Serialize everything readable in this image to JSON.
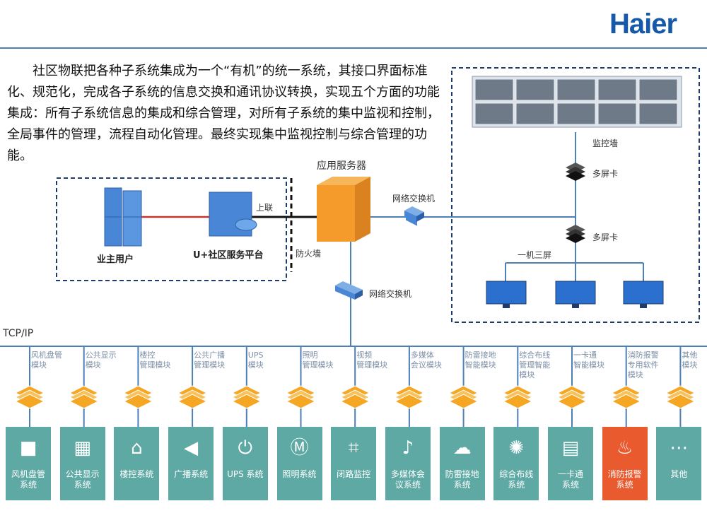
{
  "logo": "Haier",
  "intro": "社区物联把各种子系统集成为一个“有机”的统一系统，其接口界面标准化、规范化，完成各子系统的信息交换和通讯协议转换，实现五个方面的功能集成：所有子系统信息的集成和综合管理，对所有子系统的集中监视和控制，全局事件的管理，流程自动化管理。最终实现集中监视控制与综合管理的功能。",
  "labels": {
    "owner": "业主用户",
    "platform": "U+社区服务平台",
    "uplink": "上联",
    "firewall": "防火墙",
    "app_server": "应用服务器",
    "switch_top": "网络交换机",
    "switch_mid": "网络交换机",
    "monitor_wall": "监控墙",
    "multi_screen_1": "多屏卡",
    "multi_screen_2": "多屏卡",
    "one_three": "一机三屏",
    "tcpip": "TCP/IP"
  },
  "modules": [
    {
      "top": "风机盘管\n模块",
      "bottom": "风机盘管\n系统",
      "icon": "cube-icon"
    },
    {
      "top": "公共显示\n模块",
      "bottom": "公共显示\n系统",
      "icon": "display-icon"
    },
    {
      "top": "楼控\n管理模块",
      "bottom": "楼控系统",
      "icon": "building-icon"
    },
    {
      "top": "公共广播\n管理模块",
      "bottom": "广播系统",
      "icon": "megaphone-icon"
    },
    {
      "top": "UPS\n模块",
      "bottom": "UPS 系统",
      "icon": "power-icon"
    },
    {
      "top": "照明\n管理模块",
      "bottom": "照明系统",
      "icon": "lightbulb-icon"
    },
    {
      "top": "视频\n管理模块",
      "bottom": "闭路监控",
      "icon": "camera-icon"
    },
    {
      "top": "多媒体\n会议模块",
      "bottom": "多媒体会\n议系统",
      "icon": "microphone-icon"
    },
    {
      "top": "防雷接地\n智能模块",
      "bottom": "防雷接地\n系统",
      "icon": "lightning-cloud-icon"
    },
    {
      "top": "综合布线\n管理智能\n模块",
      "bottom": "综合布线\n系统",
      "icon": "atom-icon"
    },
    {
      "top": "一卡通\n智能模块",
      "bottom": "一卡通\n系统",
      "icon": "id-card-icon"
    },
    {
      "top": "消防报警\n专用软件\n模块",
      "bottom": "消防报警\n系统",
      "icon": "fire-extinguisher-icon"
    },
    {
      "top": "其他\n模块",
      "bottom": "其他",
      "icon": "dots-icon"
    }
  ],
  "colors": {
    "brand": "#1559a8",
    "line": "#4d7fb8",
    "tile": "#5fa9a5",
    "tile_alert": "#ea5a2f",
    "hub": "#f5a623",
    "server": "#f49b2b"
  }
}
